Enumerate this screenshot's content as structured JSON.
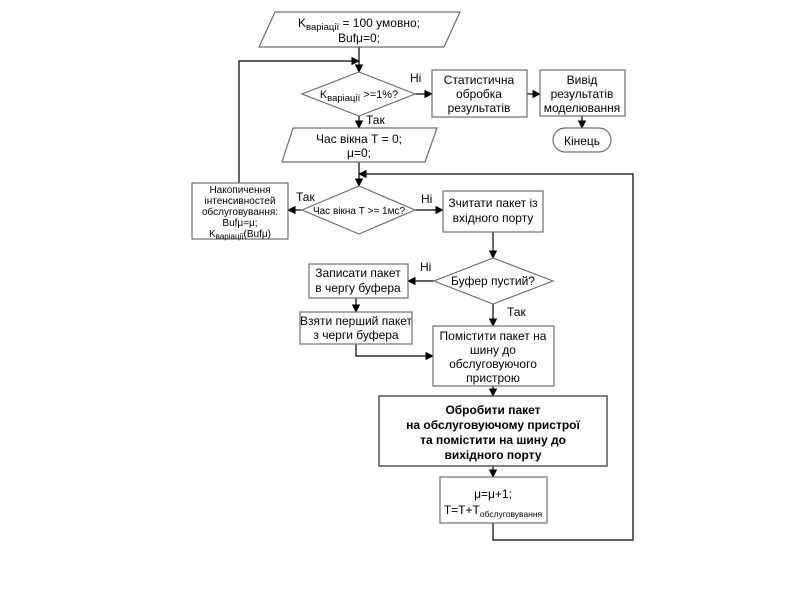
{
  "blocks": {
    "init": {
      "line1_prefix": "K",
      "line1_sub": "варіації",
      "line1_suffix": " = 100 умовно;",
      "line2": "Bufμ=0;"
    },
    "cond_variation": {
      "prefix": "K",
      "sub": "варіації",
      "suffix": " >=1%?"
    },
    "stat_processing": {
      "line1": "Статистична",
      "line2": "обробка",
      "line3": "результатів"
    },
    "output_results": {
      "line1": "Вивід",
      "line2": "результатів",
      "line3": "моделювання"
    },
    "end": {
      "label": "Кінець"
    },
    "window_init": {
      "line1": "Час вікна Т = 0;",
      "line2": "μ=0;"
    },
    "cond_window": {
      "label": "Час вікна Т >= 1мс?"
    },
    "accumulate": {
      "line1": "Накопичення",
      "line2": "інтенсивностей",
      "line3": "обслуговування:",
      "line4": "Bufμ=μ;",
      "line5_prefix": "K",
      "line5_sub": "варіації",
      "line5_suffix": "(Bufμ)"
    },
    "read_packet": {
      "line1": "Зчитати пакет із",
      "line2": "вхідного порту"
    },
    "cond_buffer": {
      "label": "Буфер пустий?"
    },
    "write_packet": {
      "line1": "Записати пакет",
      "line2": "в чергу буфера"
    },
    "take_packet": {
      "line1": "Взяти перший пакет",
      "line2": "з черги буфера"
    },
    "place_bus": {
      "line1": "Помістити пакет на",
      "line2": "шину до",
      "line3": "обслуговуючого",
      "line4": "пристрою"
    },
    "process": {
      "line1": "Обробити пакет",
      "line2": "на обслуговуючому пристрої",
      "line3": "та помістити на шину до",
      "line4": "вихідного порту"
    },
    "update": {
      "line1": "μ=μ+1;",
      "line2_prefix": "T=T+T",
      "line2_sub": "обслуговування"
    }
  },
  "labels": {
    "no": "Ні",
    "yes": "Так"
  }
}
